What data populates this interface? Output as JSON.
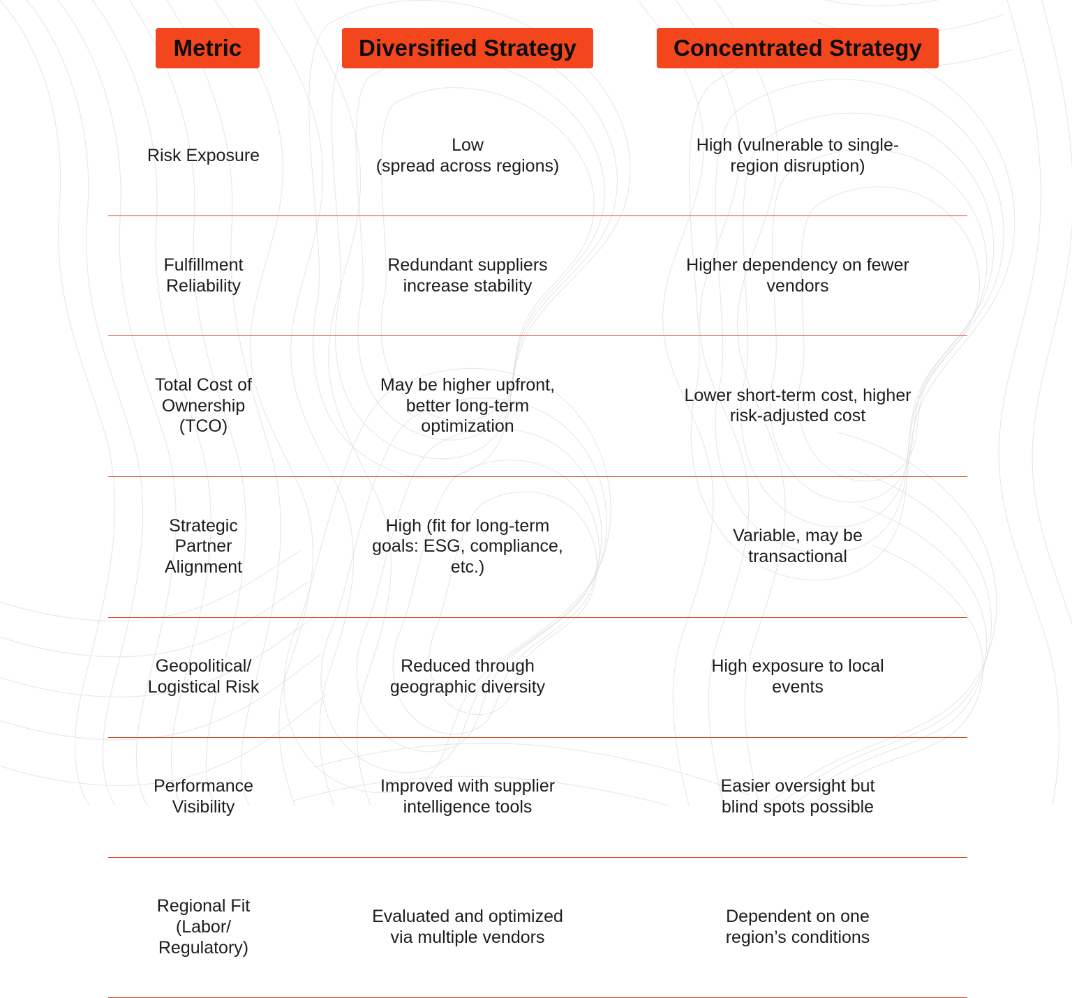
{
  "theme": {
    "badge_background": "#F4461C",
    "badge_text_color": "#0d0d0d",
    "divider_color": "#D1481F",
    "page_background": "#FFFFFF",
    "body_text_color": "#1C1C1C",
    "contour_line_color": "#D8D8D8"
  },
  "table": {
    "columns": [
      {
        "key": "metric",
        "label": "Metric"
      },
      {
        "key": "diversified",
        "label": "Diversified Strategy"
      },
      {
        "key": "concentrated",
        "label": "Concentrated Strategy"
      }
    ],
    "rows": [
      {
        "metric": "Risk Exposure",
        "diversified": "Low\n(spread across regions)",
        "concentrated": "High (vulnerable to single-\nregion disruption)"
      },
      {
        "metric": "Fulfillment\nReliability",
        "diversified": "Redundant suppliers\nincrease stability",
        "concentrated": "Higher dependency on fewer\nvendors"
      },
      {
        "metric": "Total Cost of\nOwnership\n(TCO)",
        "diversified": "May be higher upfront,\nbetter long-term\noptimization",
        "concentrated": "Lower short-term cost, higher\nrisk-adjusted cost"
      },
      {
        "metric": "Strategic\nPartner\nAlignment",
        "diversified": "High (fit for long-term\ngoals: ESG, compliance,\netc.)",
        "concentrated": "Variable, may be\ntransactional"
      },
      {
        "metric": "Geopolitical/\nLogistical Risk",
        "diversified": "Reduced through\ngeographic diversity",
        "concentrated": "High exposure to local\nevents"
      },
      {
        "metric": "Performance\nVisibility",
        "diversified": "Improved with supplier\nintelligence tools",
        "concentrated": "Easier oversight but\nblind spots possible"
      },
      {
        "metric": "Regional Fit\n(Labor/\nRegulatory)",
        "diversified": "Evaluated and optimized\nvia multiple vendors",
        "concentrated": "Dependent on one\nregion’s conditions"
      }
    ]
  },
  "background": {
    "decoration": "topographic-contour-lines"
  }
}
